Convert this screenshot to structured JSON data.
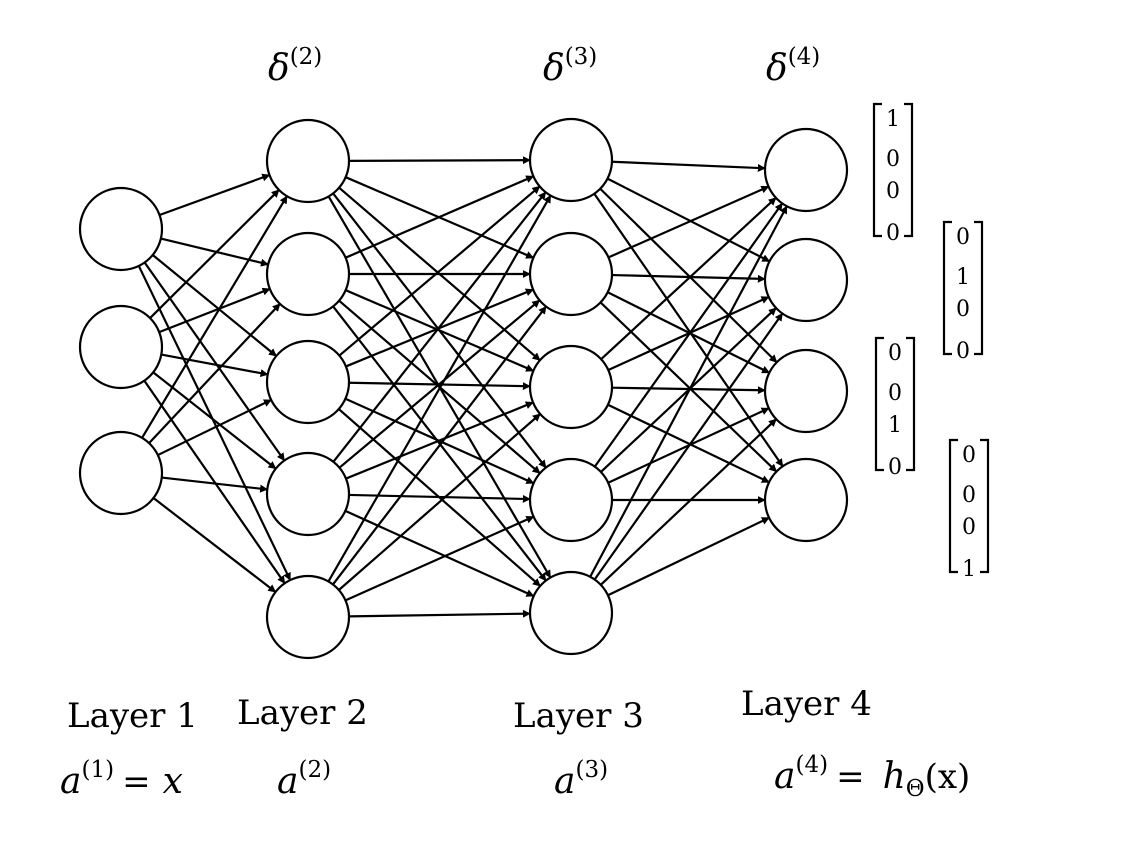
{
  "layers": [
    {
      "name": "Layer 1",
      "activation": {
        "symbol": "a",
        "superscript": "(1)",
        "rhs": "= x"
      },
      "nodes": 3
    },
    {
      "name": "Layer 2",
      "delta": {
        "symbol": "δ",
        "superscript": "(2)"
      },
      "activation": {
        "symbol": "a",
        "superscript": "(2)"
      },
      "nodes": 5
    },
    {
      "name": "Layer 3",
      "delta": {
        "symbol": "δ",
        "superscript": "(3)"
      },
      "activation": {
        "symbol": "a",
        "superscript": "(3)"
      },
      "nodes": 5
    },
    {
      "name": "Layer 4",
      "delta": {
        "symbol": "δ",
        "superscript": "(4)"
      },
      "activation": {
        "symbol": "a",
        "superscript": "(4)",
        "rhs": "= h",
        "rhs_sub": "Θ",
        "rhs_arg": "(x)"
      },
      "nodes": 4
    }
  ],
  "connections": "fully-connected",
  "output_vectors": [
    [
      "1",
      "0",
      "0",
      "0"
    ],
    [
      "0",
      "1",
      "0",
      "0"
    ],
    [
      "0",
      "0",
      "1",
      "0"
    ],
    [
      "0",
      "0",
      "0",
      "1"
    ]
  ],
  "colors": {
    "stroke": "#000000",
    "background": "#ffffff"
  }
}
